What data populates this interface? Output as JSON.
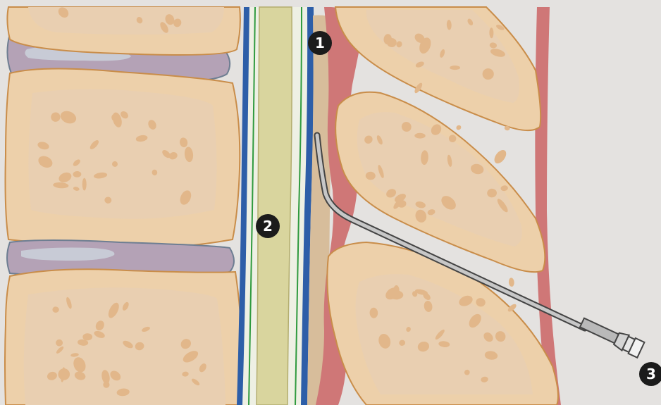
{
  "colors": {
    "background": "#e4e2e0",
    "bone_fill": "#edd0aa",
    "bone_inner": "#e9cfb1",
    "bone_spot": "#e2b78a",
    "bone_outline": "#c98d4a",
    "disc_fill": "#b4a2b6",
    "disc_outline": "#6e7e92",
    "disc_nucleus": "#c8cbd6",
    "dura_blue": "#2d5ea8",
    "nerve_green": "#2f9a3e",
    "spinal_cord": "#d9d59e",
    "ligament_red": "#cf7777",
    "epidural_fat": "#d7bd9b",
    "needle_grey": "#b9b9b9",
    "needle_outline": "#444444",
    "marker_fill": "#1b1b1b"
  },
  "markers": [
    {
      "label": "1"
    },
    {
      "label": "2"
    },
    {
      "label": "3"
    }
  ]
}
